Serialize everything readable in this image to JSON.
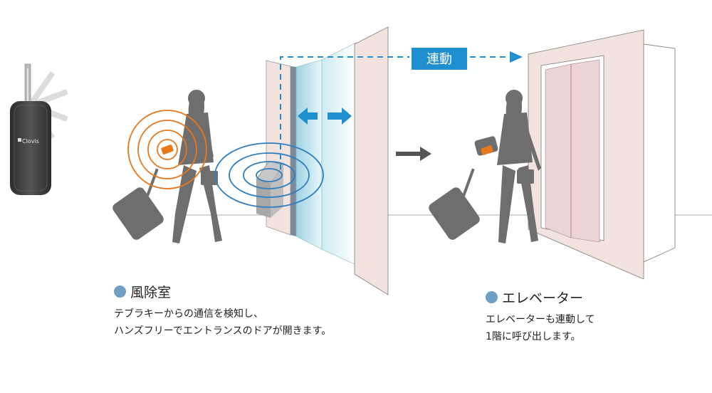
{
  "key_fob": {
    "brand": "Clovis"
  },
  "link_label": "連動",
  "captions": {
    "vestibule": {
      "title": "風除室",
      "lines": [
        "テブラキーからの通信を検知し、",
        "ハンズフリーでエントランスのドアが開きます。"
      ]
    },
    "elevator": {
      "title": "エレベーター",
      "lines": [
        "エレベーターも連動して",
        "1階に呼び出します。"
      ]
    }
  },
  "colors": {
    "accent_blue": "#1f8fcf",
    "signal_orange": "#e8781e",
    "signal_blue": "#2f7fc0",
    "silhouette": "#6e6e6e",
    "wall_pink": "#f3e3df",
    "elevator_door": "#ecd3d6",
    "glass": "#bfe3ec"
  }
}
